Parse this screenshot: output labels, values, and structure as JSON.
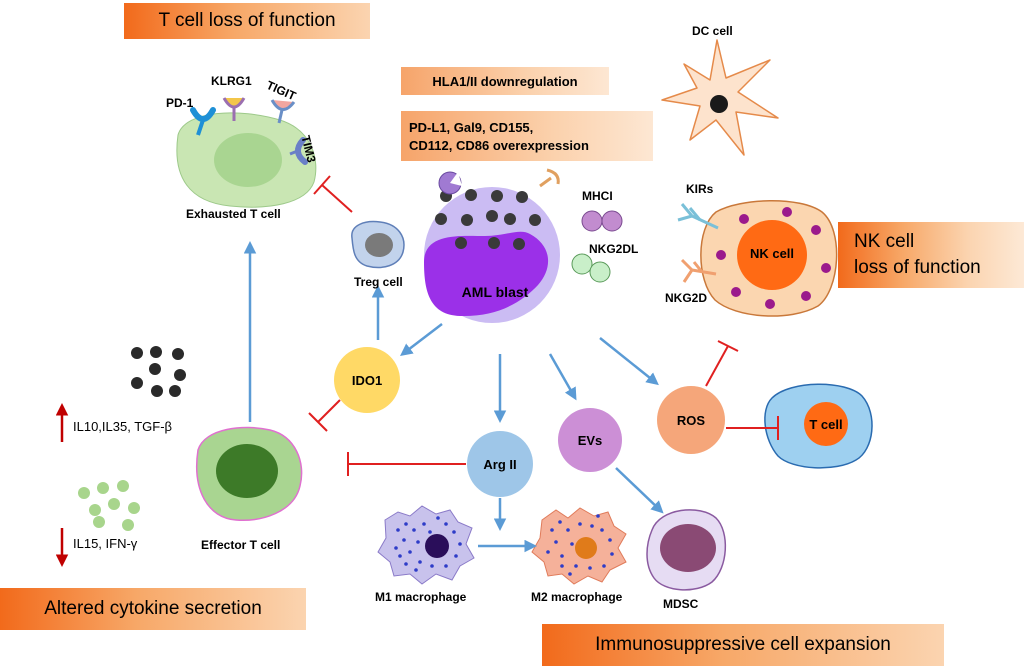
{
  "headers": {
    "t_cell_loss": "T cell loss of function",
    "nk_loss_line1": "NK cell",
    "nk_loss_line2": "loss of function",
    "cytokine": "Altered cytokine secretion",
    "immunosuppressive": "Immunosuppressive cell expansion"
  },
  "boxes": {
    "hla": "HLA1/II downregulation",
    "pdl1_line1": "PD-L1, Gal9, CD155,",
    "pdl1_line2": "CD112, CD86 overexpression"
  },
  "receptors": {
    "pd1": "PD-1",
    "klrg1": "KLRG1",
    "tigit": "TIGIT",
    "tim3": "TIM3",
    "mhci": "MHCI",
    "nkg2dl": "NKG2DL",
    "kirs": "KIRs",
    "nkg2d": "NKG2D"
  },
  "cells": {
    "exhausted": "Exhausted T cell",
    "treg": "Treg cell",
    "aml": "AML blast",
    "dc": "DC cell",
    "nk": "NK cell",
    "ido1": "IDO1",
    "arg2": "Arg II",
    "evs": "EVs",
    "ros": "ROS",
    "tcell": "T cell",
    "effector": "Effector T cell",
    "m1": "M1 macrophage",
    "m2": "M2 macrophage",
    "mdsc": "MDSC"
  },
  "cytokines": {
    "up": "IL10,IL35, TGF-β",
    "down": "IL15, IFN-γ"
  },
  "colors": {
    "header_orange": "#f26a1b",
    "arrow_blue": "#5b9bd5",
    "inhibit_red": "#e02020",
    "trend_red": "#c00000",
    "aml_purple": "#8a2be2"
  }
}
